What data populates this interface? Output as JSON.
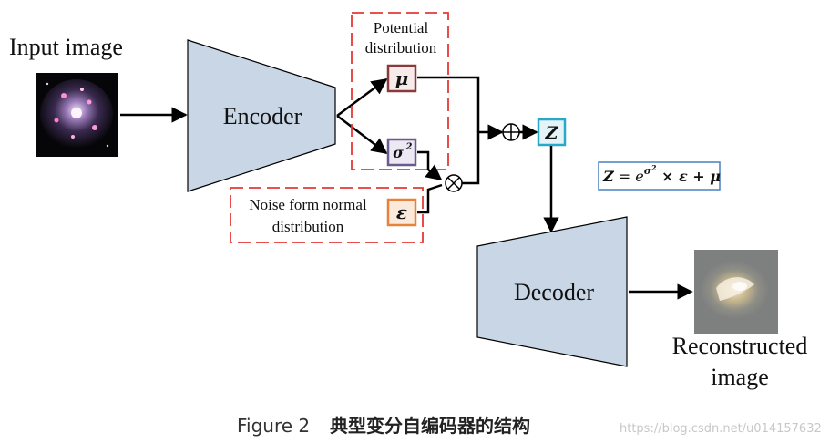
{
  "labels": {
    "input_image": "Input image",
    "encoder": "Encoder",
    "decoder": "Decoder",
    "reconstructed_line1": "Reconstructed",
    "reconstructed_line2": "image",
    "potential_line1": "Potential",
    "potential_line2": "distribution",
    "noise_line1": "Noise form normal",
    "noise_line2": "distribution"
  },
  "variables": {
    "mu": "μ",
    "sigma": "σ",
    "sigma_exp": "2",
    "epsilon": "ε",
    "z": "Z",
    "oplus": "⊕",
    "otimes": "⊗"
  },
  "formula": {
    "lhs": "Z",
    "eq": " = e",
    "exp": "σ",
    "exp2": "2",
    "rest": " × ε + μ"
  },
  "caption": {
    "prefix": "Figure 2",
    "title": "典型变分自编码器的结构"
  },
  "watermark": "https://blog.csdn.net/u014157632",
  "colors": {
    "trapezoid_fill": "#c8d6e5",
    "dashed_red": "#e53935",
    "mu_border": "#8b3a3a",
    "mu_fill": "#f6eaea",
    "sigma_border": "#6b5a8e",
    "sigma_fill": "#ece8f4",
    "epsilon_border": "#e8823a",
    "epsilon_fill": "#fbeadb",
    "z_border": "#2aa8c8",
    "z_fill": "#e4f3f8",
    "formula_border": "#4a7fc0"
  }
}
